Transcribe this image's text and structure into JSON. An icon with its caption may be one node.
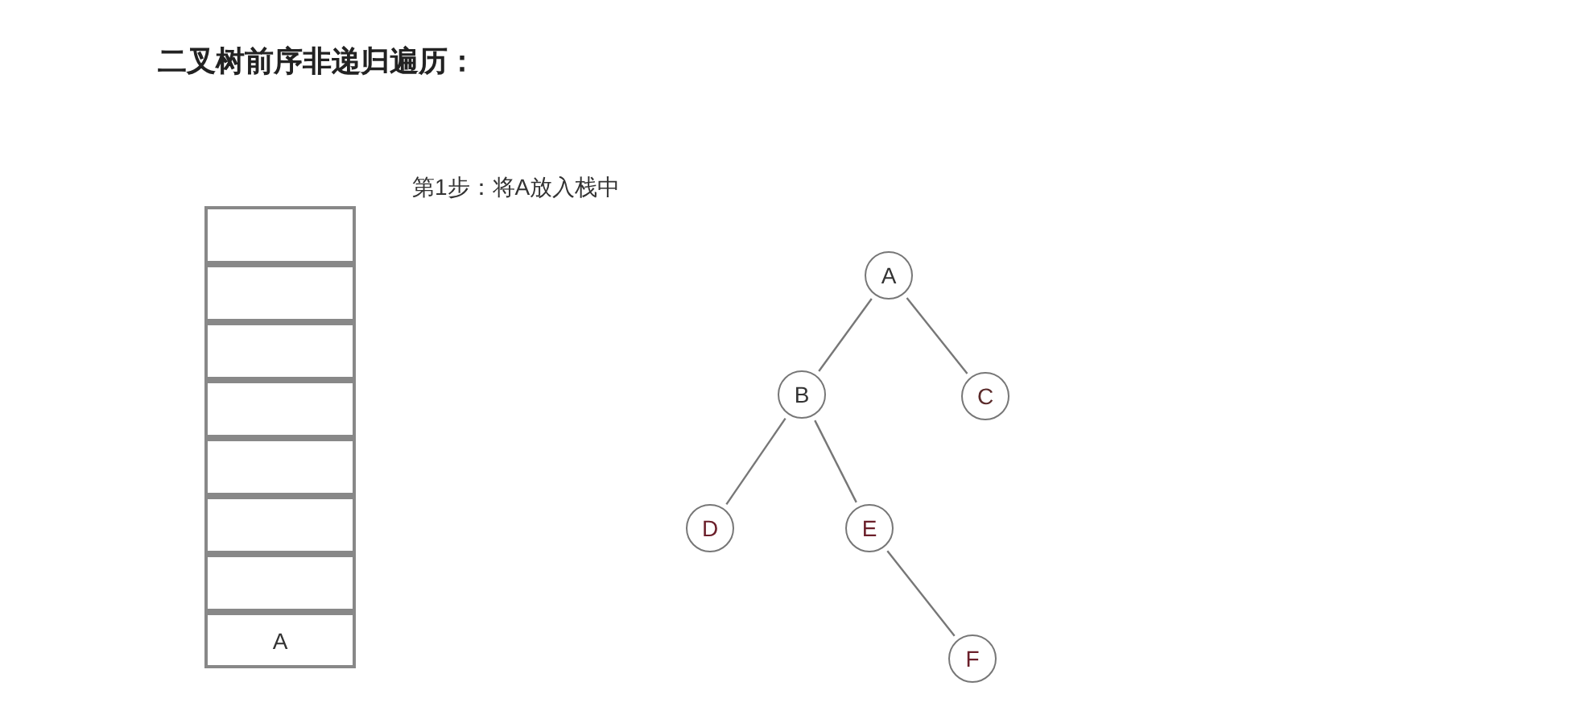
{
  "diagram": {
    "title": "二叉树前序非递归遍历：",
    "nodes": [
      {
        "text": [],
        "shape": "box"
      },
      {
        "text": [],
        "shape": "box"
      },
      {
        "text": [],
        "shape": "box"
      },
      {
        "text": [],
        "shape": "box"
      },
      {
        "text": [],
        "shape": "box"
      },
      {
        "text": [],
        "shape": "box"
      },
      {
        "text": [],
        "shape": "box"
      },
      {
        "text": [
          "A"
        ]
      },
      {
        "text": [
          "A"
        ]
      },
      {
        "text": [
          "B"
        ]
      },
      {
        "text": [
          "C"
        ]
      },
      {
        "text": [
          "D"
        ]
      },
      {
        "text": [
          "E"
        ]
      },
      {
        "text": [
          "F"
        ]
      }
    ],
    "edges": [
      {
        "from": 8,
        "to": 9,
        "arrow": "none"
      },
      {
        "from": 8,
        "to": 10,
        "arrow": "none"
      },
      {
        "from": 9,
        "to": 11,
        "arrow": "none"
      },
      {
        "from": 9,
        "to": 12,
        "arrow": "none"
      },
      {
        "from": 12,
        "to": 13,
        "arrow": "none"
      }
    ],
    "labels": [
      "第1步：将A放入栈中"
    ]
  }
}
